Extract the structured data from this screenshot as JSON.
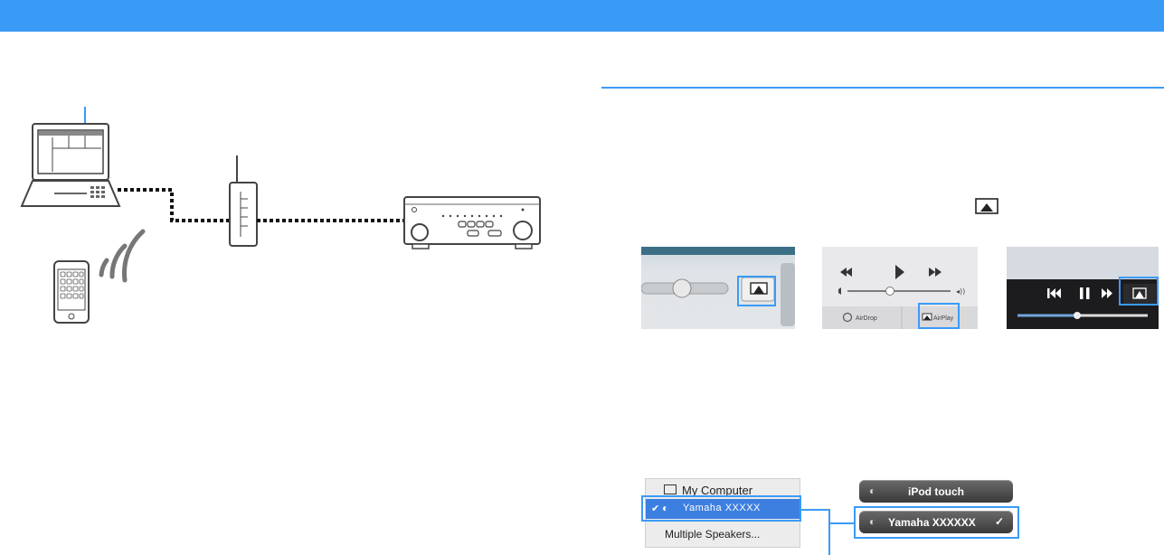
{
  "colors": {
    "accent": "#3a9bf7",
    "device_gray": "#555555"
  },
  "airplay_panels": {
    "p2": {
      "airdrop_label": "AirDrop",
      "airplay_label": "AirPlay"
    }
  },
  "speaker_menu": {
    "mac": {
      "my_computer": "My Computer",
      "selected_label": "Yamaha  XXXXX",
      "multiple": "Multiple Speakers..."
    },
    "ios": {
      "ipod": "iPod touch",
      "selected_label": "Yamaha XXXXXX"
    }
  }
}
